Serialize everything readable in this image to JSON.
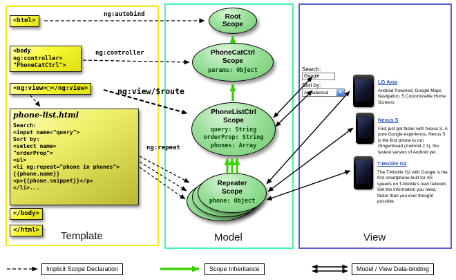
{
  "columns": {
    "template": {
      "label": "Template"
    },
    "model": {
      "label": "Model"
    },
    "view": {
      "label": "View"
    }
  },
  "arrows": {
    "autobind": "ng:autobind",
    "controller": "ng:controller",
    "view_route": "ng:view/$route",
    "repeat": "ng:repeat"
  },
  "template": {
    "html_open": "<html>",
    "body_lines": [
      "<body",
      "ng:controller=",
      "\"PhoneCatCtrl\">"
    ],
    "ng_view": "<ng:view>□</ng:view>",
    "phone_list": {
      "title": "phone-list.html",
      "lines": [
        "Search:",
        "<input name=\"query\">",
        "Sort by:",
        "<select name=",
        "\"orderProp\">",
        "<ul>",
        "<li ng:repeat=\"phone in phones\">",
        "{{phone.name}}",
        "<p>{{phone.snippet}}</p>",
        "</li>..."
      ]
    },
    "body_close": "</body>",
    "html_close": "</html>"
  },
  "model": {
    "root_scope": {
      "line1": "Root",
      "line2": "Scope"
    },
    "phonecat": {
      "line1": "PhoneCatCtrl",
      "line2": "Scope",
      "props": [
        "params: Object"
      ]
    },
    "phonelist": {
      "line1": "PhoneListCtrl",
      "line2": "Scope",
      "props": [
        "query: String",
        "orderProp: String",
        "phones: Array"
      ]
    },
    "repeater": {
      "line1": "Repeater",
      "line2": "Scope",
      "props": [
        "phone: Object"
      ]
    }
  },
  "view": {
    "search_label": "Search:",
    "search_value": "Google",
    "sort_label": "Sort by:",
    "sort_value": "Alphabetical",
    "phones": [
      {
        "name": "LG Axia",
        "desc": "Android Powered, Google Maps Navigation, 5 Customizable Home Screens"
      },
      {
        "name": "Nexus S",
        "desc": "Fast just got faster with Nexus S. A pure Google experience, Nexus S is the first phone to run Gingerbread (Android 2.3), the fastest version of Android yet."
      },
      {
        "name": "T-Mobile G2",
        "desc": "The T-Mobile G2 with Google is the first smartphone built for 4G speeds on T-Mobile's new network. Get the information you need, faster than you ever thought possible."
      }
    ]
  },
  "legend": {
    "implicit": "Implicit Scope Declaration",
    "inheritance": "Scope Inheritance",
    "databinding": "Model / View Data-binding"
  },
  "colors": {
    "template_border": "#f2ea16",
    "model_border": "#3ef8ae",
    "view_border": "#5f5fd0",
    "inheritance_green": "#37d300",
    "link_blue": "#2a52be"
  }
}
